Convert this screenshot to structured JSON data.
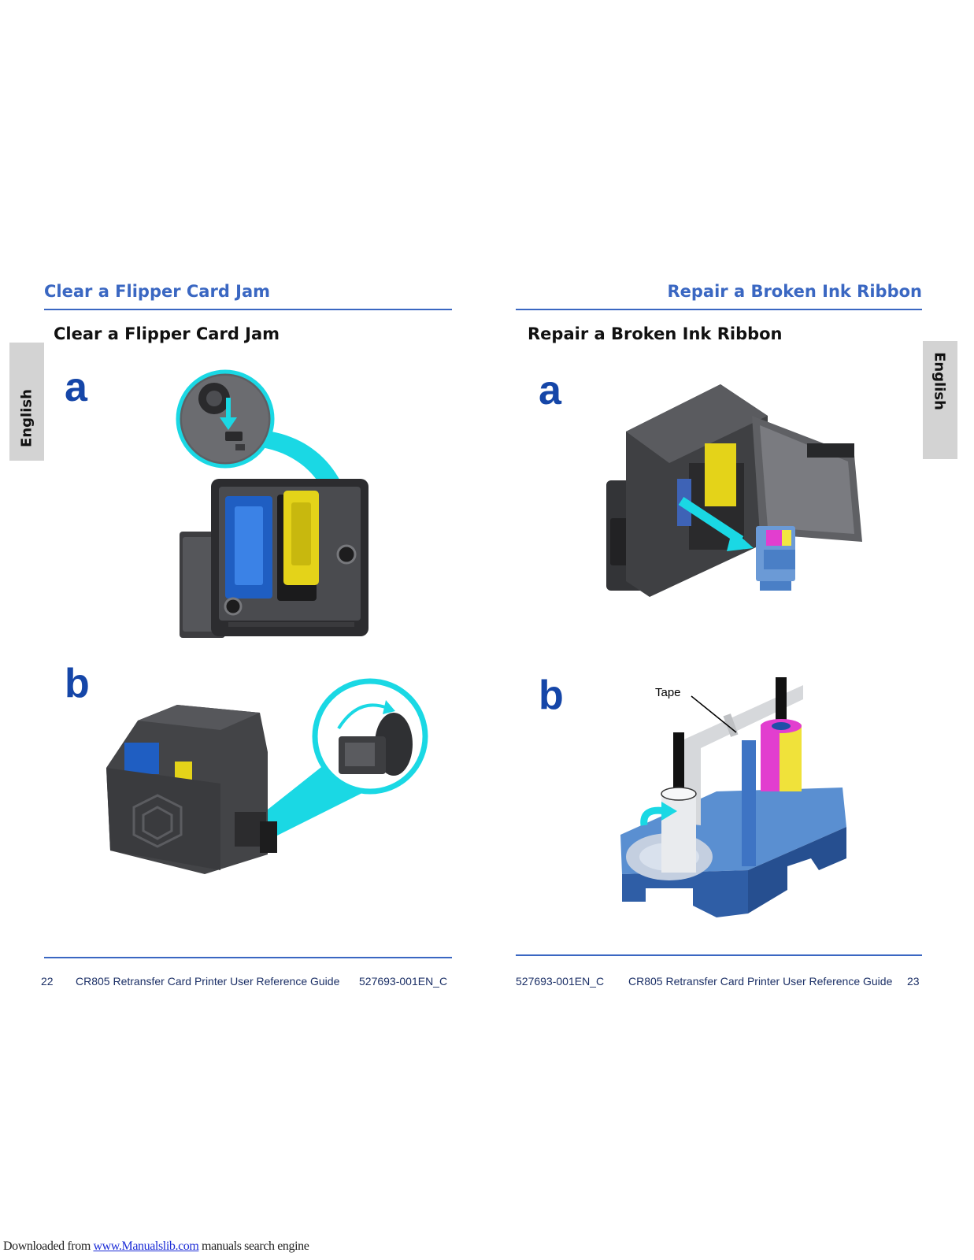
{
  "left_page": {
    "running_title": "Clear a Flipper Card Jam",
    "section_title": "Clear a Flipper Card Jam",
    "language_tab": "English",
    "step_a": "a",
    "step_b": "b",
    "footer": {
      "page_number": "22",
      "guide_title": "CR805 Retransfer Card Printer User Reference Guide",
      "doc_id": "527693-001EN_C"
    }
  },
  "right_page": {
    "running_title": "Repair a Broken Ink Ribbon",
    "section_title": "Repair a Broken Ink Ribbon",
    "language_tab": "English",
    "step_a": "a",
    "step_b": "b",
    "callout_tape": "Tape",
    "footer": {
      "doc_id": "527693-001EN_C",
      "guide_title": "CR805 Retransfer Card Printer User Reference Guide",
      "page_number": "23"
    }
  },
  "download_notice": {
    "prefix": "Downloaded from ",
    "link": "www.Manualslib.com",
    "suffix": " manuals search engine"
  },
  "colors": {
    "accent_blue": "#3a67c2",
    "step_blue": "#1546a8",
    "cyan": "#1ad8e4",
    "tab_gray": "#d3d3d3"
  }
}
